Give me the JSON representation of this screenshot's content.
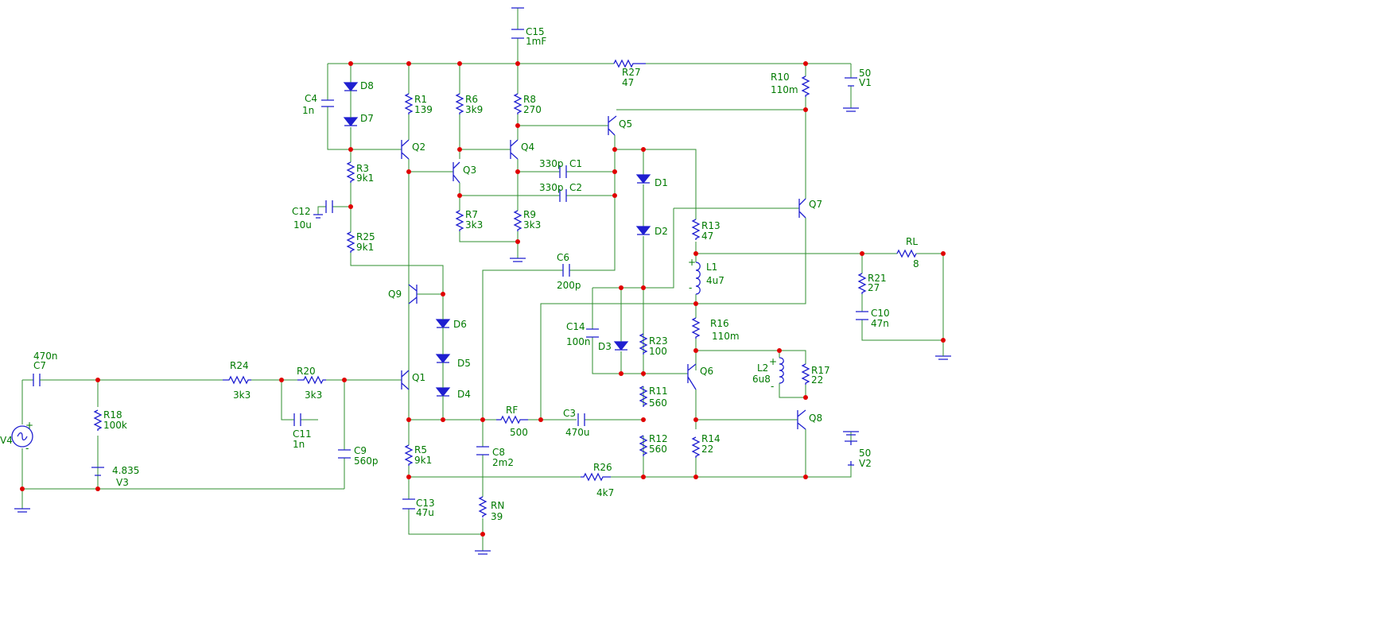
{
  "components": {
    "C15": {
      "ref": "C15",
      "value": "1mF"
    },
    "R27": {
      "ref": "R27",
      "value": "47"
    },
    "R10": {
      "ref": "R10",
      "value": "110m"
    },
    "V1": {
      "ref": "V1",
      "value": "50"
    },
    "C4": {
      "ref": "C4",
      "value": "1n"
    },
    "D8": {
      "ref": "D8"
    },
    "D7": {
      "ref": "D7"
    },
    "R1": {
      "ref": "R1",
      "value": "139"
    },
    "R6": {
      "ref": "R6",
      "value": "3k9"
    },
    "R8": {
      "ref": "R8",
      "value": "270"
    },
    "Q5": {
      "ref": "Q5"
    },
    "Q2": {
      "ref": "Q2"
    },
    "Q4": {
      "ref": "Q4"
    },
    "Q3": {
      "ref": "Q3"
    },
    "C1": {
      "ref": "C1",
      "value": "330p"
    },
    "C2": {
      "ref": "C2",
      "value": "330p"
    },
    "D1": {
      "ref": "D1"
    },
    "D2": {
      "ref": "D2"
    },
    "R3": {
      "ref": "R3",
      "value": "9k1"
    },
    "C12": {
      "ref": "C12",
      "value": "10u"
    },
    "R25": {
      "ref": "R25",
      "value": "9k1"
    },
    "R7": {
      "ref": "R7",
      "value": "3k3"
    },
    "R9": {
      "ref": "R9",
      "value": "3k3"
    },
    "Q7": {
      "ref": "Q7"
    },
    "R13": {
      "ref": "R13",
      "value": "47"
    },
    "RL": {
      "ref": "RL",
      "value": "8"
    },
    "C6": {
      "ref": "C6",
      "value": "200p"
    },
    "L1": {
      "ref": "L1",
      "value": "4u7"
    },
    "R21": {
      "ref": "R21",
      "value": "27"
    },
    "C10": {
      "ref": "C10",
      "value": "47n"
    },
    "Q9": {
      "ref": "Q9"
    },
    "D6": {
      "ref": "D6"
    },
    "C14": {
      "ref": "C14",
      "value": "100n"
    },
    "R16": {
      "ref": "R16",
      "value": "110m"
    },
    "D3": {
      "ref": "D3"
    },
    "R23": {
      "ref": "R23",
      "value": "100"
    },
    "L2": {
      "ref": "L2",
      "value": "6u8"
    },
    "R17": {
      "ref": "R17",
      "value": "22"
    },
    "C7": {
      "ref": "C7",
      "value": "470n"
    },
    "R24": {
      "ref": "R24",
      "value": "3k3"
    },
    "R20": {
      "ref": "R20",
      "value": "3k3"
    },
    "Q1": {
      "ref": "Q1"
    },
    "D5": {
      "ref": "D5"
    },
    "Q6": {
      "ref": "Q6"
    },
    "R11": {
      "ref": "R11",
      "value": "560"
    },
    "D4": {
      "ref": "D4"
    },
    "R18": {
      "ref": "R18",
      "value": "100k"
    },
    "C11": {
      "ref": "C11",
      "value": "1n"
    },
    "RF": {
      "ref": "RF",
      "value": "500"
    },
    "C3": {
      "ref": "C3",
      "value": "470u"
    },
    "Q8": {
      "ref": "Q8"
    },
    "V4": {
      "ref": "V4"
    },
    "C9": {
      "ref": "C9",
      "value": "560p"
    },
    "R5": {
      "ref": "R5",
      "value": "9k1"
    },
    "C8": {
      "ref": "C8",
      "value": "2m2"
    },
    "R12": {
      "ref": "R12",
      "value": "560"
    },
    "R14": {
      "ref": "R14",
      "value": "22"
    },
    "V2": {
      "ref": "V2",
      "value": "50"
    },
    "V3": {
      "ref": "V3",
      "value": "4.835"
    },
    "R26": {
      "ref": "R26",
      "value": "4k7"
    },
    "C13": {
      "ref": "C13",
      "value": "47u"
    },
    "RN": {
      "ref": "RN",
      "value": "39"
    }
  },
  "symbols": {
    "plus": "+",
    "minus": "-"
  },
  "colors": {
    "wire": "#2f8f2f",
    "component": "#1f1fd0",
    "junction": "#e00000",
    "label": "#007a00"
  }
}
